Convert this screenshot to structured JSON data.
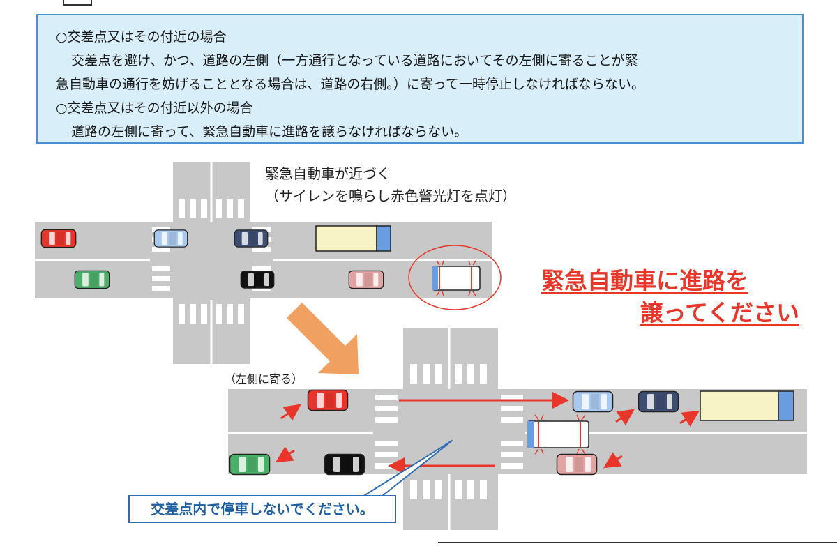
{
  "info": {
    "lines": [
      "○交差点又はその付近の場合",
      "交差点を避け、かつ、道路の左側（一方通行となっている道路においてその左側に寄ることが緊",
      "急自動車の通行を妨げることとなる場合は、道路の右側。）に寄って一時停止しなければならない。",
      "○交差点又はその付近以外の場合",
      "道路の左側に寄って、緊急自動車に進路を譲らなければならない。"
    ]
  },
  "diagram": {
    "caption_line1": "緊急自動車が近づく",
    "caption_line2": "（サイレンを鳴らし赤色警光灯を点灯）",
    "yield_line1": "緊急自動車に進路を",
    "yield_line2": "譲ってください",
    "left_label": "（左側に寄る）",
    "no_stop_notice": "交差点内で停車しないでください。"
  },
  "colors": {
    "road": "#c8c8c8",
    "lane_line": "#ffffff",
    "info_bg": "#d8eef9",
    "info_border": "#4a8fcf",
    "accent_red": "#e8362a",
    "notice_blue": "#1f5fa6",
    "flow_arrow": "#f0a060",
    "car_red": "#e8352c",
    "car_lightblue": "#a9c8ee",
    "car_navy": "#3d4e70",
    "car_green": "#4cae68",
    "car_black": "#111111",
    "car_pink": "#e2a3a3",
    "truck_cargo": "#f7f3c6",
    "truck_cab": "#6a9de0",
    "ambulance_body": "#ffffff"
  }
}
